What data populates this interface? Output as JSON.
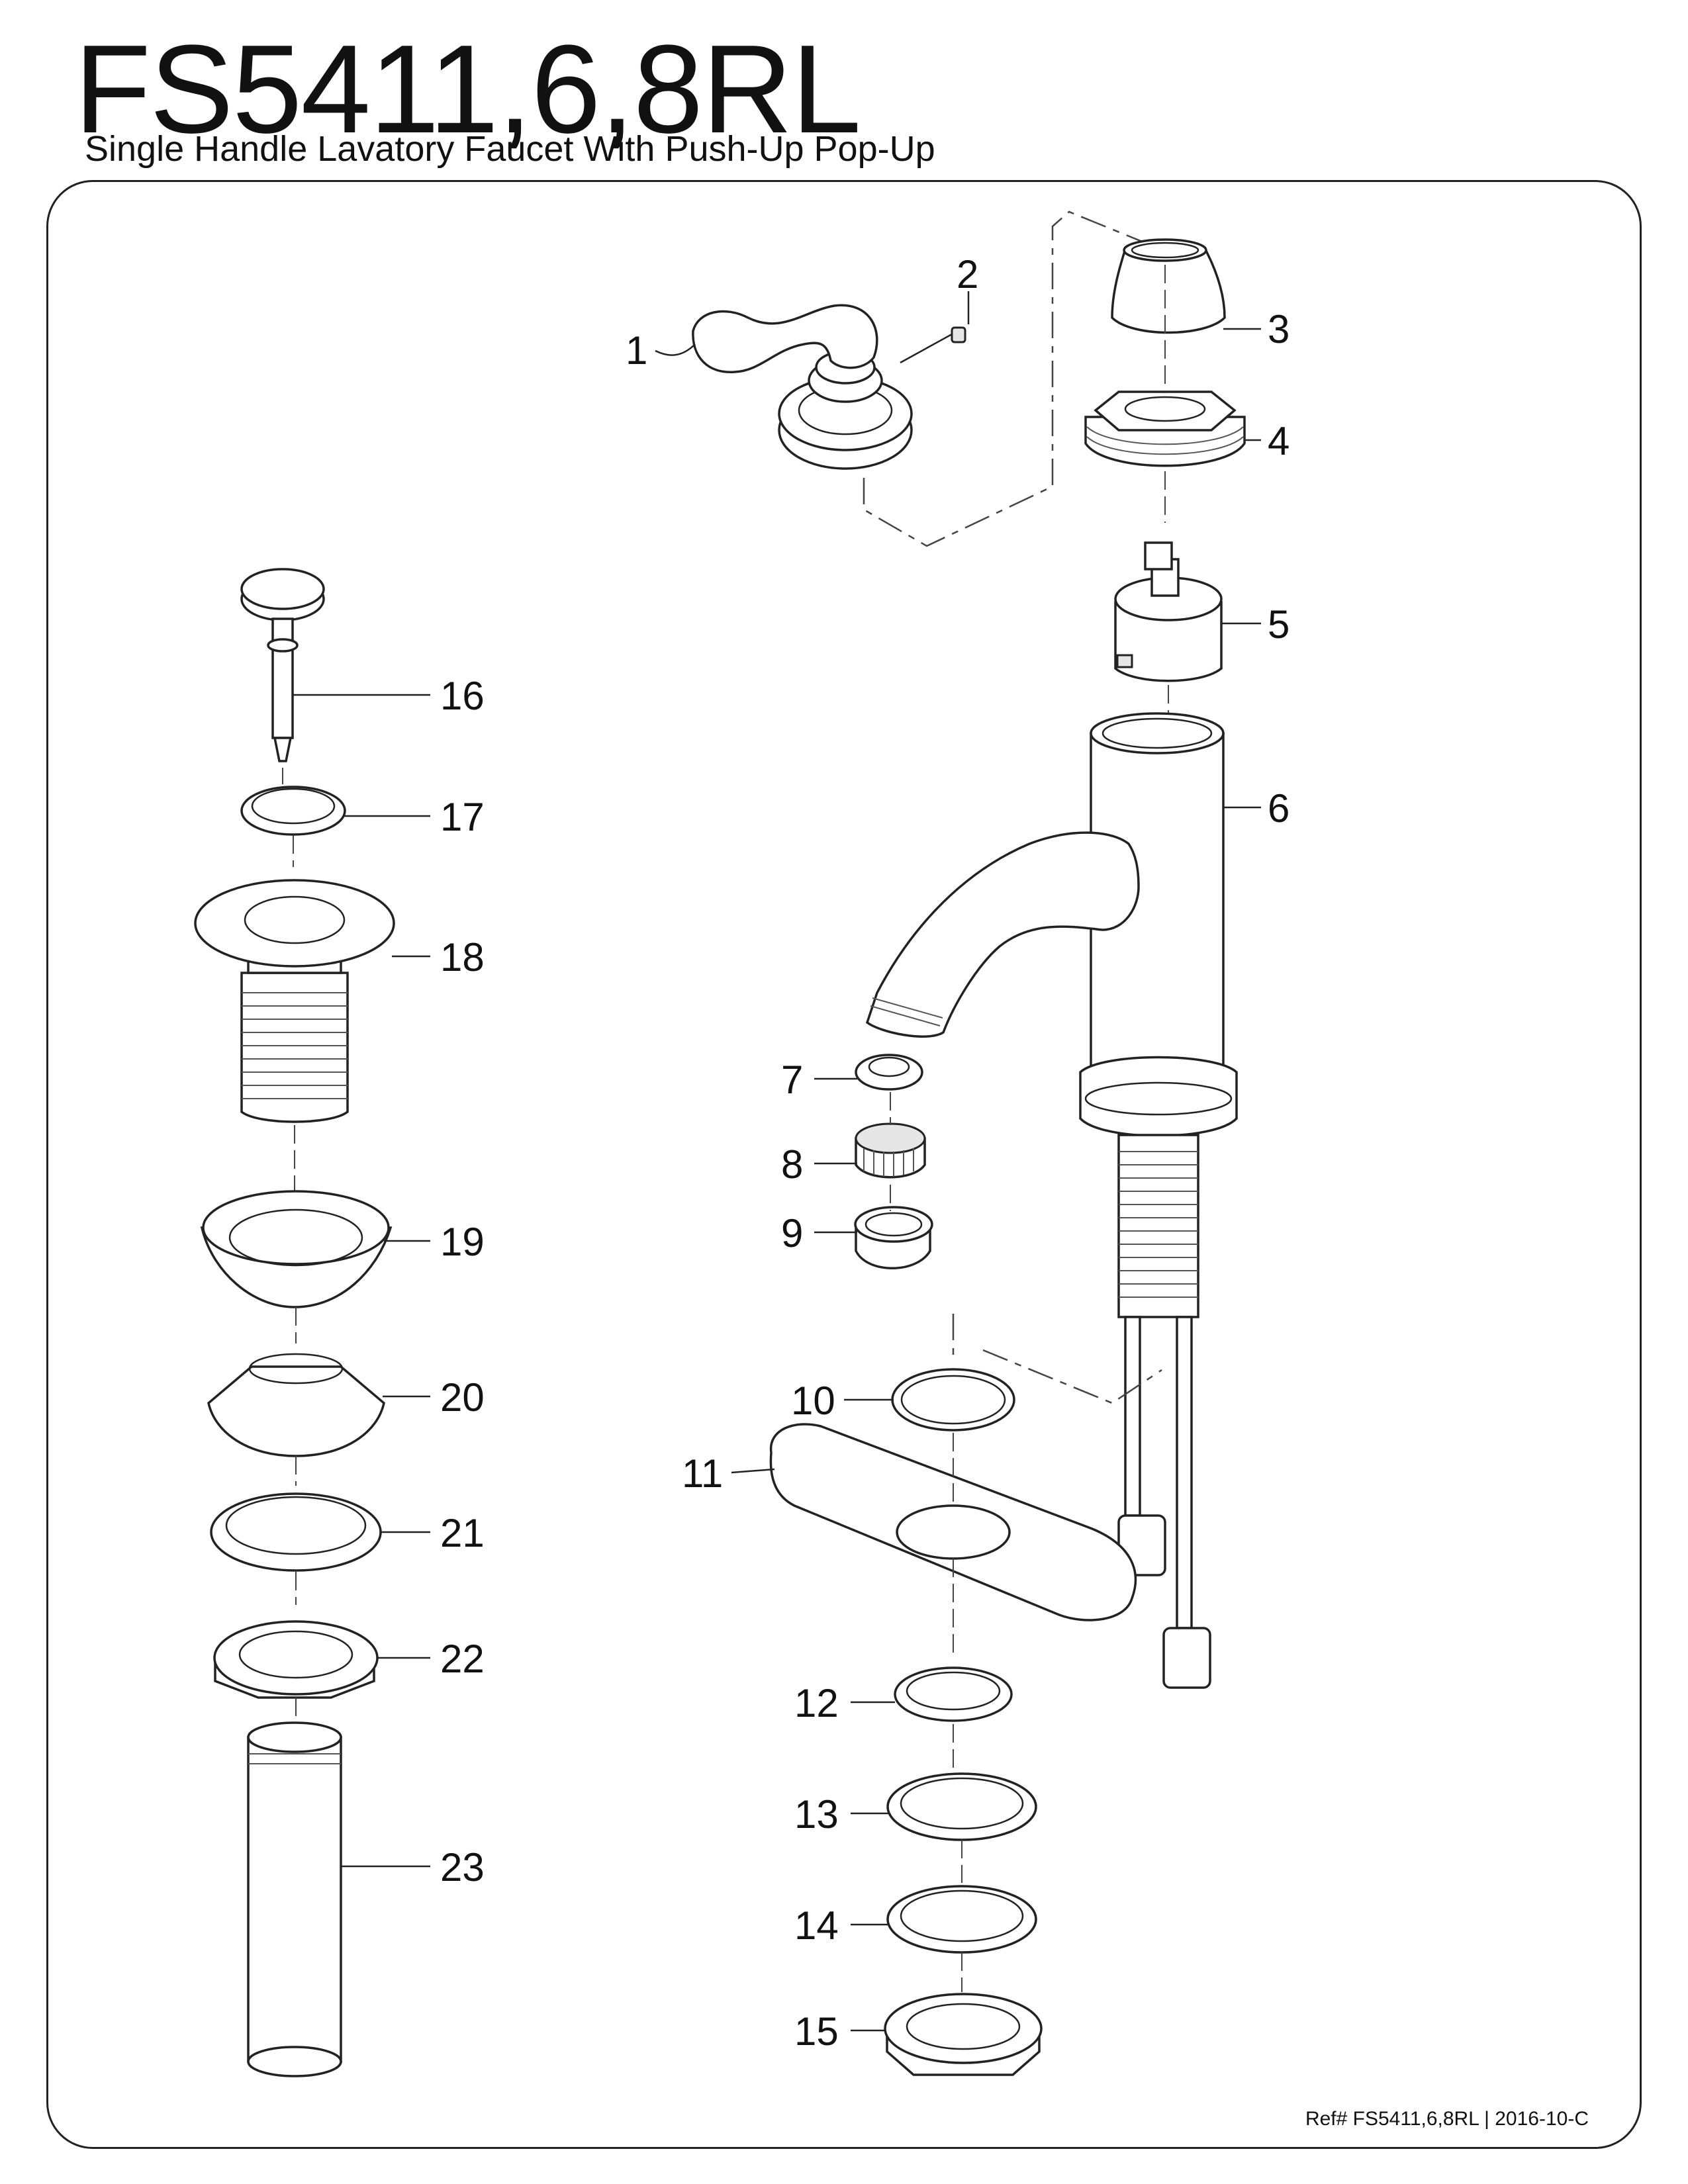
{
  "header": {
    "title": "FS5411,6,8RL",
    "subtitle": "Single Handle Lavatory Faucet With Push-Up Pop-Up"
  },
  "footer": {
    "ref": "Ref# FS5411,6,8RL | 2016-10-C"
  },
  "callouts": [
    "1",
    "2",
    "3",
    "4",
    "5",
    "6",
    "7",
    "8",
    "9",
    "10",
    "11",
    "12",
    "13",
    "14",
    "15",
    "16",
    "17",
    "18",
    "19",
    "20",
    "21",
    "22",
    "23"
  ]
}
